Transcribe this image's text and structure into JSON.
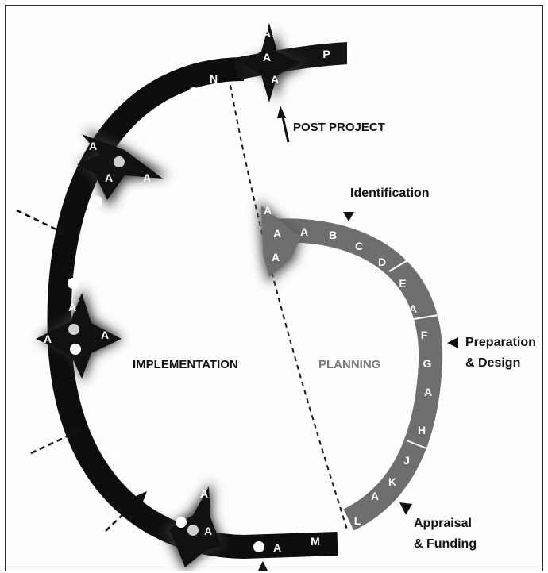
{
  "labels": {
    "post_project": "POST PROJECT",
    "identification": "Identification",
    "preparation": "Preparation",
    "design": "& Design",
    "implementation": "IMPLEMENTATION",
    "planning": "PLANNING",
    "appraisal": "Appraisal",
    "funding": "& Funding"
  },
  "planning_ring_letters": [
    "A",
    "B",
    "C",
    "D",
    "E",
    "A",
    "F",
    "G",
    "A",
    "H",
    "J",
    "K",
    "A",
    "L"
  ],
  "implementation_ring_letters": [
    "N",
    "A",
    "A",
    "A",
    "A",
    "A",
    "A",
    "A",
    "A",
    "A",
    "A",
    "A",
    "M"
  ],
  "post_letters": [
    "A",
    "A",
    "A",
    "P"
  ],
  "colors": {
    "implementation_band": "#0d0d0d",
    "planning_band": "#6e6e6e",
    "text": "#111111",
    "planning_text": "#7a7a7a"
  }
}
